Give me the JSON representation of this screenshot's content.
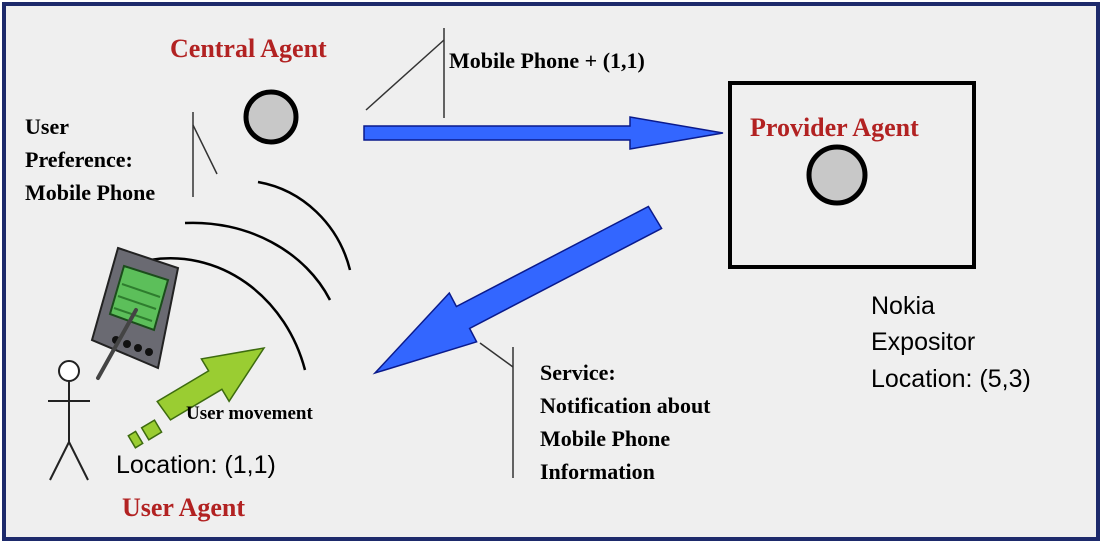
{
  "diagram": {
    "colors": {
      "background": "#efefef",
      "frame": "#1d2a6b",
      "agent_label": "#b22222",
      "arrow_fill": "#3366ff",
      "arrow_stroke": "#0a1a8c",
      "movement_arrow": "#9acd32",
      "agent_node": "#c8c8c8"
    },
    "central_agent": {
      "label": "Central Agent"
    },
    "provider_agent": {
      "label": "Provider Agent",
      "location_lines": [
        "Nokia",
        "Expositor",
        "Location: (5,3)"
      ]
    },
    "user_agent": {
      "label": "User Agent",
      "location": "Location: (1,1)",
      "movement_label": "User movement",
      "preference_lines": [
        "User",
        "Preference:",
        "Mobile Phone"
      ]
    },
    "request_message": {
      "label": "Mobile Phone + (1,1)"
    },
    "service_message": {
      "lines": [
        "Service:",
        "Notification about",
        "Mobile Phone",
        "Information"
      ]
    },
    "icons": [
      "pda-icon",
      "stick-figure-icon",
      "wireless-signal-icon"
    ]
  }
}
